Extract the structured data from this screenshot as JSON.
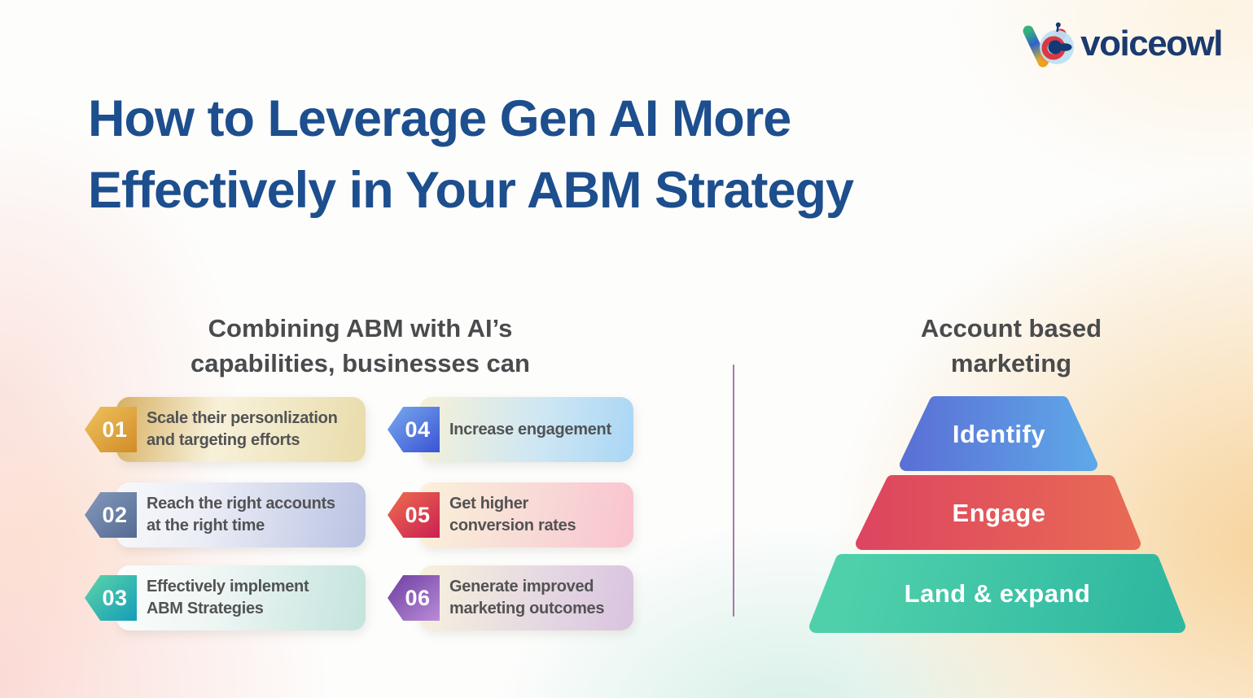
{
  "brand": {
    "name": "voiceowl",
    "wordmark_color": "#1b3a70"
  },
  "title": {
    "line1": "How to Leverage Gen AI More",
    "line2": "Effectively in Your ABM Strategy",
    "color": "#1d4e8d"
  },
  "left_section": {
    "heading": {
      "line1": "Combining ABM with AI’s",
      "line2": "capabilities, businesses can"
    },
    "items": [
      {
        "num": "01",
        "lines": [
          "Scale their personlization",
          "and targeting efforts"
        ],
        "badge_colors": [
          "#efc35e",
          "#d18c28"
        ]
      },
      {
        "num": "02",
        "lines": [
          "Reach the right accounts",
          "at the right time"
        ],
        "badge_colors": [
          "#8499bc",
          "#566b92"
        ]
      },
      {
        "num": "03",
        "lines": [
          "Effectively implement",
          "ABM Strategies"
        ],
        "badge_colors": [
          "#5ed5a6",
          "#149eb9"
        ]
      },
      {
        "num": "04",
        "lines": [
          "Increase engagement",
          ""
        ],
        "badge_colors": [
          "#79abee",
          "#3a53d4"
        ]
      },
      {
        "num": "05",
        "lines": [
          "Get higher",
          "conversion rates"
        ],
        "badge_colors": [
          "#ef6e4e",
          "#ca1f52"
        ]
      },
      {
        "num": "06",
        "lines": [
          "Generate improved",
          "marketing outcomes"
        ],
        "badge_colors": [
          "#6d3da0",
          "#b98cd8"
        ]
      }
    ]
  },
  "right_section": {
    "heading": {
      "line1": "Account based",
      "line2": "marketing"
    },
    "pyramid": [
      {
        "label": "Identify",
        "color_start": "#5a70d6",
        "color_end": "#5fa8e8"
      },
      {
        "label": "Engage",
        "color_start": "#dd4560",
        "color_end": "#e96a55"
      },
      {
        "label": "Land & expand",
        "color_start": "#4fd0ab",
        "color_end": "#2fb8a0"
      }
    ]
  },
  "colors": {
    "title_blue": "#1d4e8d",
    "heading_gray": "#4a4b4d",
    "card_text_gray": "#525354",
    "divider_purple": "#96619b"
  }
}
